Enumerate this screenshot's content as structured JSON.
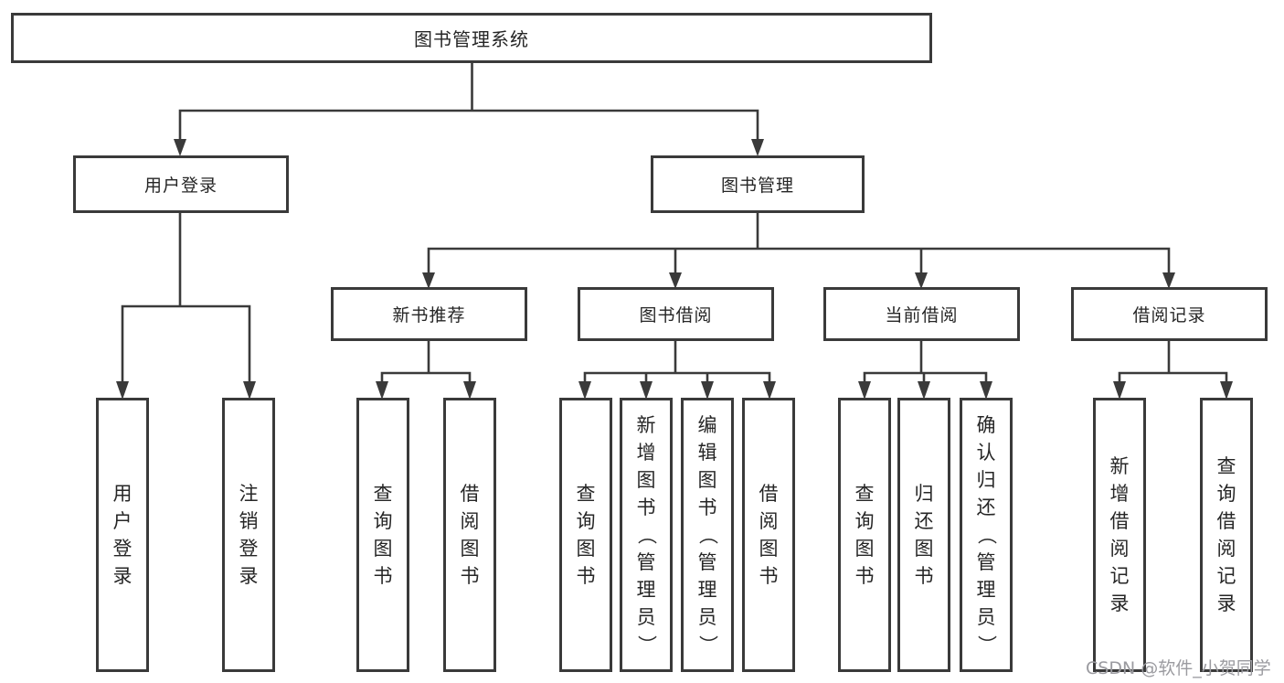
{
  "diagram": {
    "root": {
      "label": "图书管理系统"
    },
    "branches": [
      {
        "label": "用户登录",
        "children": [
          {
            "label": "用户登录"
          },
          {
            "label": "注销登录"
          }
        ]
      },
      {
        "label": "图书管理",
        "children": [
          {
            "label": "新书推荐",
            "children": [
              {
                "label": "查询图书"
              },
              {
                "label": "借阅图书"
              }
            ]
          },
          {
            "label": "图书借阅",
            "children": [
              {
                "label": "查询图书"
              },
              {
                "label": "新增图书（管理员）"
              },
              {
                "label": "编辑图书（管理员）"
              },
              {
                "label": "借阅图书"
              }
            ]
          },
          {
            "label": "当前借阅",
            "children": [
              {
                "label": "查询图书"
              },
              {
                "label": "归还图书"
              },
              {
                "label": "确认归还（管理员）"
              }
            ]
          },
          {
            "label": "借阅记录",
            "children": [
              {
                "label": "新增借阅记录"
              },
              {
                "label": "查询借阅记录"
              }
            ]
          }
        ]
      }
    ]
  },
  "watermark": {
    "text": "CSDN @软件_小贺同学"
  },
  "colors": {
    "line": "#3a3a3a",
    "box_border": "#3a3a3a",
    "text": "#262626",
    "watermark": "#9b9ba0",
    "background": "#ffffff"
  }
}
